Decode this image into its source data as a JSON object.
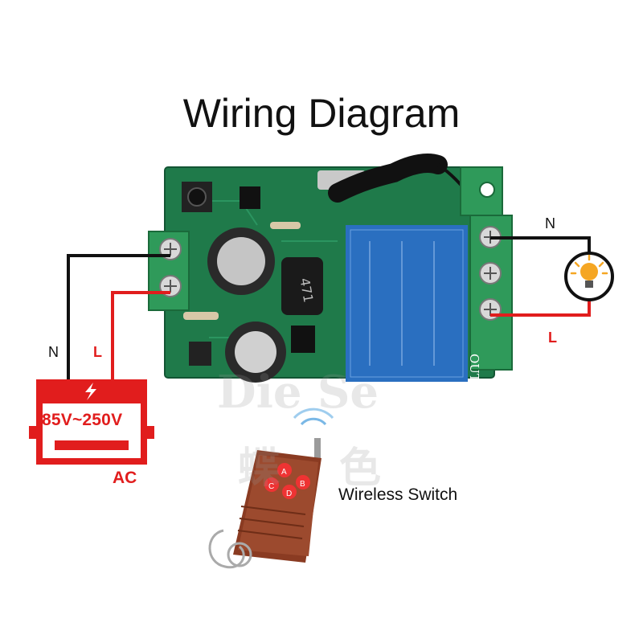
{
  "title": "Wiring Diagram",
  "wires": {
    "input_neutral": "N",
    "input_live": "L",
    "output_neutral": "N",
    "output_live": "L"
  },
  "power_supply": {
    "voltage": "85V~250V",
    "type": "AC",
    "icon": "lightning-bolt-icon"
  },
  "load": {
    "icon": "light-bulb-icon"
  },
  "relay": {
    "terminal_label": "OUT"
  },
  "remote": {
    "label": "Wireless Switch",
    "buttons": [
      "A",
      "B",
      "C",
      "D"
    ],
    "icon": "wireless-signal-icon"
  },
  "watermark": {
    "latin": "Die Se",
    "cjk": [
      "蝶",
      "色"
    ]
  },
  "colors": {
    "live_wire": "#e11d1d",
    "neutral_wire": "#111111",
    "pcb": "#1f7a4a",
    "terminal": "#2f9a5a",
    "relay": "#2a6fc0",
    "remote_body": "#8a3b22"
  }
}
